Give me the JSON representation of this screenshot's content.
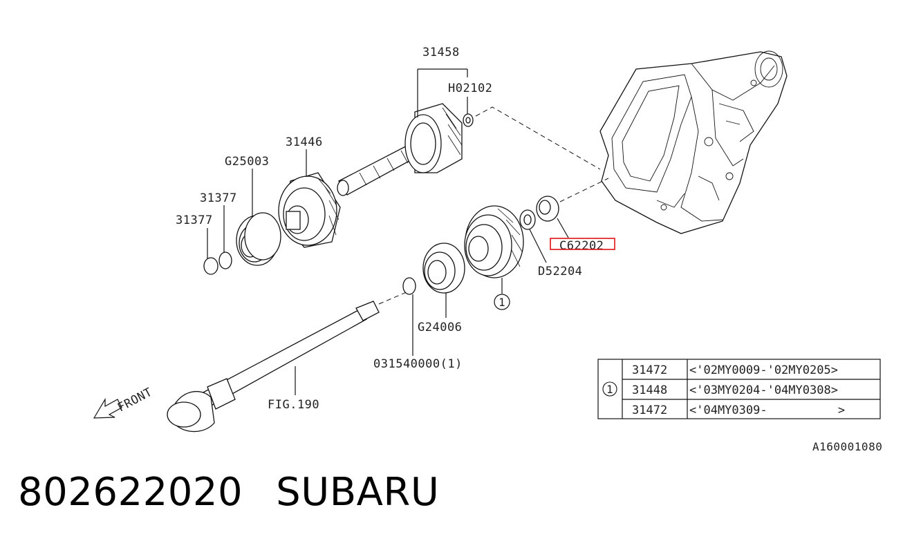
{
  "labels": {
    "p31458": "31458",
    "h02102": "H02102",
    "p31446": "31446",
    "g25003": "G25003",
    "p31377a": "31377",
    "p31377b": "31377",
    "c62202": "C62202",
    "d52204": "D52204",
    "g24006": "G24006",
    "p031540000": "031540000(1)",
    "fig190": "FIG.190",
    "front": "FRONT",
    "circle_ref": "1",
    "image_code": "A160001080"
  },
  "table": {
    "ref": "1",
    "rows": [
      {
        "part": "31472",
        "range": "<'02MY0009-'02MY0205>"
      },
      {
        "part": "31448",
        "range": "<'03MY0204-'04MY0308>"
      },
      {
        "part": "31472",
        "range": "<'04MY0309-          >"
      }
    ]
  },
  "footer": {
    "part_number": "802622020",
    "brand": "SUBARU"
  },
  "colors": {
    "line": "#111111",
    "highlight": "#e01010",
    "background": "#ffffff"
  }
}
